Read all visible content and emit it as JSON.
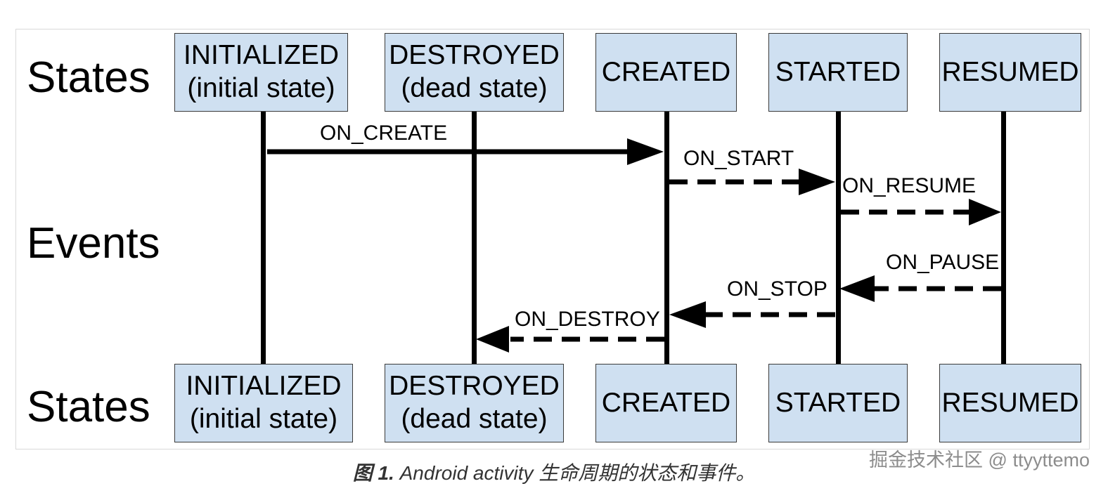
{
  "labels": {
    "states_top": "States",
    "events": "Events",
    "states_bottom": "States"
  },
  "states_top": [
    {
      "name": "INITIALIZED",
      "note": "(initial state)"
    },
    {
      "name": "DESTROYED",
      "note": "(dead state)"
    },
    {
      "name": "CREATED"
    },
    {
      "name": "STARTED"
    },
    {
      "name": "RESUMED"
    }
  ],
  "states_bottom": [
    {
      "name": "INITIALIZED",
      "note": "(initial state)"
    },
    {
      "name": "DESTROYED",
      "note": "(dead state)"
    },
    {
      "name": "CREATED"
    },
    {
      "name": "STARTED"
    },
    {
      "name": "RESUMED"
    }
  ],
  "events": [
    {
      "label": "ON_CREATE",
      "from": "INITIALIZED",
      "to": "CREATED",
      "style": "solid"
    },
    {
      "label": "ON_START",
      "from": "CREATED",
      "to": "STARTED",
      "style": "dashed"
    },
    {
      "label": "ON_RESUME",
      "from": "STARTED",
      "to": "RESUMED",
      "style": "dashed"
    },
    {
      "label": "ON_PAUSE",
      "from": "RESUMED",
      "to": "STARTED",
      "style": "dashed"
    },
    {
      "label": "ON_STOP",
      "from": "STARTED",
      "to": "CREATED",
      "style": "dashed"
    },
    {
      "label": "ON_DESTROY",
      "from": "CREATED",
      "to": "DESTROYED",
      "style": "dashed"
    }
  ],
  "caption": {
    "figure_label": "图 1.",
    "text": "Android activity 生命周期的状态和事件。"
  },
  "watermark": "掘金技术社区 @ ttyyttemo",
  "colors": {
    "state_box_fill": "#cfe0f1",
    "line": "#000000"
  }
}
